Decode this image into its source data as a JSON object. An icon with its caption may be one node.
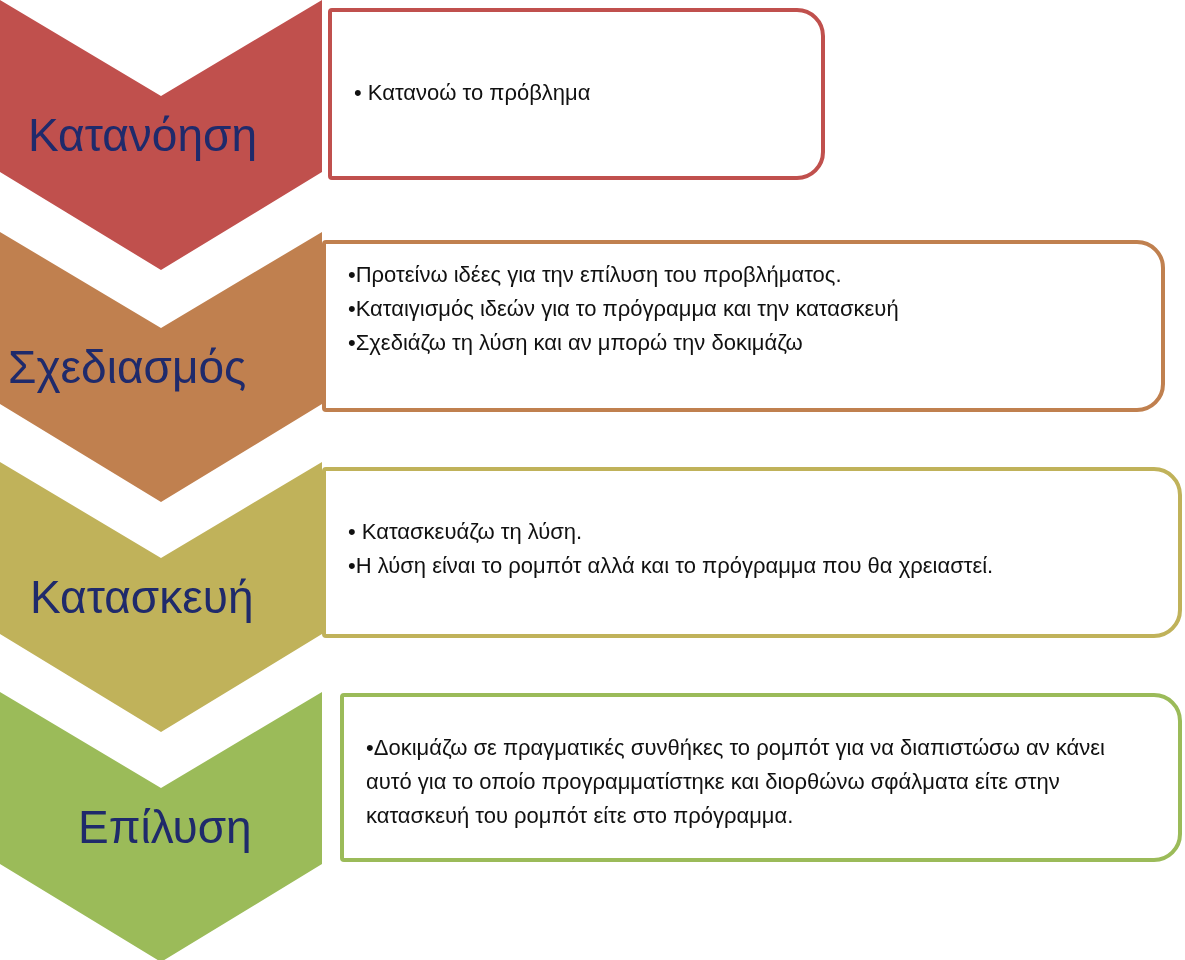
{
  "diagram": {
    "nodes": [
      {
        "text": [
          "Κατανόηση"
        ]
      },
      {
        "text": [
          "• Κατανοώ το πρόβλημα"
        ]
      },
      {
        "text": [
          "Σχεδιασμός"
        ]
      },
      {
        "text": [
          "•Προτείνω ιδέες για την επίλυση του προβλήματος.",
          "•Καταιγισμός ιδεών για το πρόγραμμα και την κατασκευή",
          "•Σχεδιάζω τη λύση και αν μπορώ την δοκιμάζω"
        ]
      },
      {
        "text": [
          "Κατασκευή"
        ]
      },
      {
        "text": [
          "• Κατασκευάζω τη λύση.",
          "•Η λύση είναι το ρομπότ αλλά και το πρόγραμμα που θα χρειαστεί."
        ]
      },
      {
        "text": [
          "Επίλυση"
        ]
      },
      {
        "text": [
          "•Δοκιμάζω σε πραγματικές συνθήκες το ρομπότ για να διαπιστώσω αν κάνει αυτό για το οποίο προγραμματίστηκε και διορθώνω σφάλματα είτε στην κατασκευή του ρομπότ είτε στο πρόγραμμα."
        ]
      }
    ]
  }
}
